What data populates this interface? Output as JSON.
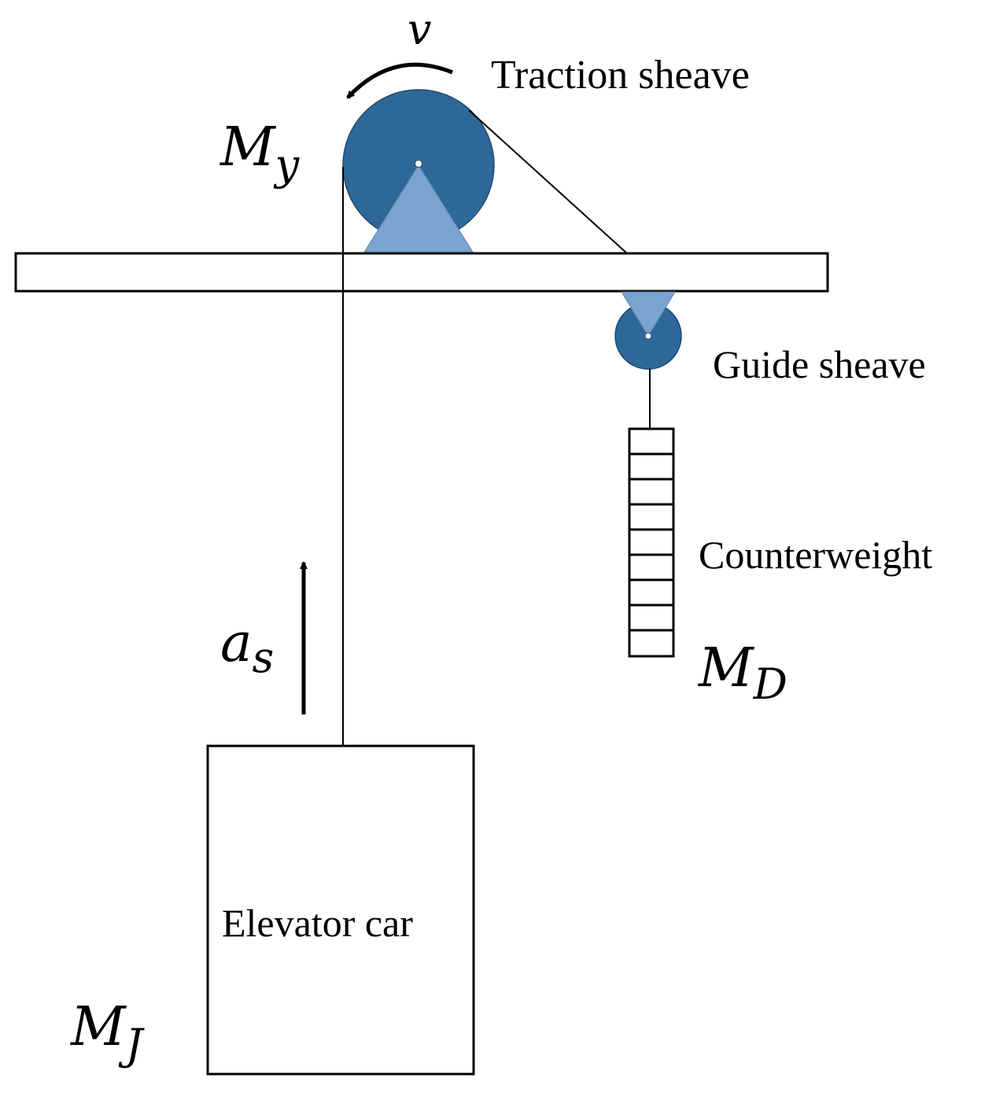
{
  "labels": {
    "traction_sheave": "Traction sheave",
    "guide_sheave": "Guide sheave",
    "counterweight": "Counterweight",
    "elevator_car": "Elevator car"
  },
  "variables": {
    "velocity": "v",
    "acceleration": {
      "base": "a",
      "sub": "s"
    },
    "traction_mass": {
      "base": "M",
      "sub": "y"
    },
    "counterweight_mass": {
      "base": "M",
      "sub": "D"
    },
    "car_mass": {
      "base": "M",
      "sub": "J"
    }
  },
  "colors": {
    "sheave": "#2e6898",
    "support": "#7aa3cf",
    "line": "#000000",
    "background": "#ffffff"
  }
}
